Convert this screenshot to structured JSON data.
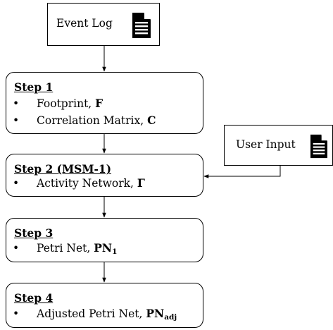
{
  "source": {
    "label": "Event Log",
    "icon": "document-icon"
  },
  "user_input": {
    "label": "User Input",
    "icon": "document-icon"
  },
  "bullet": "•",
  "steps": [
    {
      "title": "Step 1",
      "items": [
        {
          "text": "Footprint, ",
          "symbol": "F",
          "sub": ""
        },
        {
          "text": "Correlation Matrix, ",
          "symbol": "C",
          "sub": ""
        }
      ]
    },
    {
      "title": "Step 2 (MSM-1)",
      "items": [
        {
          "text": "Activity Network, ",
          "symbol": "Γ",
          "sub": ""
        }
      ]
    },
    {
      "title": "Step 3",
      "items": [
        {
          "text": "Petri Net, ",
          "symbol": "PN",
          "sub": "1"
        }
      ]
    },
    {
      "title": "Step 4",
      "items": [
        {
          "text": "Adjusted Petri Net, ",
          "symbol": "PN",
          "sub": "adj"
        }
      ]
    }
  ]
}
